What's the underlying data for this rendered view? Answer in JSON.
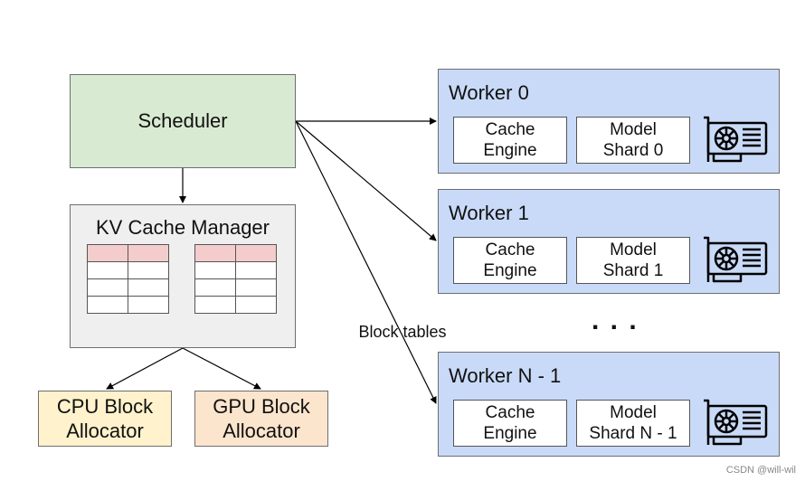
{
  "scheduler": {
    "label": "Scheduler"
  },
  "kv_cache_manager": {
    "title": "KV Cache Manager",
    "tables_label": "Block tables"
  },
  "allocators": [
    {
      "line1": "CPU Block",
      "line2": "Allocator",
      "color": "#fff2cc"
    },
    {
      "line1": "GPU Block",
      "line2": "Allocator",
      "color": "#fce5cd"
    }
  ],
  "workers": [
    {
      "title": "Worker 0",
      "cache_line1": "Cache",
      "cache_line2": "Engine",
      "model_line1": "Model",
      "model_line2": "Shard 0"
    },
    {
      "title": "Worker 1",
      "cache_line1": "Cache",
      "cache_line2": "Engine",
      "model_line1": "Model",
      "model_line2": "Shard 1"
    },
    {
      "title": "Worker N - 1",
      "cache_line1": "Cache",
      "cache_line2": "Engine",
      "model_line1": "Model",
      "model_line2": "Shard N - 1"
    }
  ],
  "ellipsis": ". . .",
  "watermark": "CSDN @will-wil",
  "colors": {
    "scheduler": "#d9ead3",
    "kv_manager": "#efefef",
    "worker": "#c9daf8",
    "table_header": "#f4cccc"
  },
  "icons": {
    "worker_hardware": "gpu-card-icon"
  }
}
